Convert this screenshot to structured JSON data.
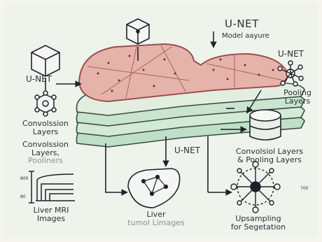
{
  "colors": {
    "background": "#eef3ec",
    "liver": "#e6b3ab",
    "liver_edge": "#9b4f4f",
    "layer": "#d5e7d7",
    "ink": "#2b3038"
  },
  "title": {
    "main": "U-NET",
    "sub": "Model aayure"
  },
  "labels": {
    "unet_right": "U-NET",
    "unet_left": "U-NET",
    "unet_center": "U-NET",
    "pooling_line1": "Pooling",
    "pooling_line2": "Layers",
    "conv_left_line1": "Convolssion",
    "conv_left_line2": "Layers",
    "conv_pool_line1": "Convolssion",
    "conv_pool_line2": "Layers,",
    "conv_pool_line3": "Pooliners",
    "conv_right_line1": "Convolsiol Layers",
    "conv_right_line2": "& Pooling Layers",
    "mri_line1": "Liver MRI",
    "mri_line2": "Images",
    "liver_line1": "Liver",
    "liver_line2": "tumol Limages",
    "upsampling_line1": "Upsampling",
    "upsampling_line2": "for Segetation",
    "chart_tick_top": "800",
    "chart_tick_bottom": "80",
    "node_corner_tag": "700"
  }
}
